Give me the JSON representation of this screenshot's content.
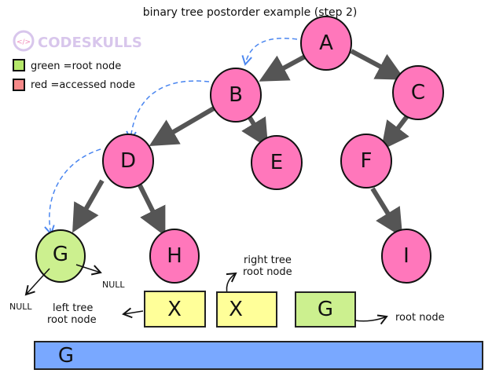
{
  "title": "binary tree postorder example (step 2)",
  "logo": "CODESKULLS",
  "legend": [
    {
      "label": "green =root node",
      "color": "#b5e86a"
    },
    {
      "label": "red =accessed node",
      "color": "#f78a8a"
    }
  ],
  "colors": {
    "accessed": "#ff77bb",
    "root": "#ccf08f",
    "stack": "#ffff99",
    "queue": "#79a8ff",
    "traversal_arrow": "#4a86f0"
  },
  "nodes": {
    "A": "A",
    "B": "B",
    "C": "C",
    "D": "D",
    "E": "E",
    "F": "F",
    "G": "G",
    "H": "H",
    "I": "I"
  },
  "null_labels": {
    "left": "NULL",
    "right": "NULL"
  },
  "annotations": {
    "left_tree_line1": "left tree",
    "left_tree_line2": "root node",
    "right_tree_line1": "right tree",
    "right_tree_line2": "root node",
    "root_node": "root node"
  },
  "boxes": [
    {
      "value": "X",
      "role": "left"
    },
    {
      "value": "X",
      "role": "right"
    },
    {
      "value": "G",
      "role": "root"
    }
  ],
  "output_bar": {
    "value": "G"
  }
}
